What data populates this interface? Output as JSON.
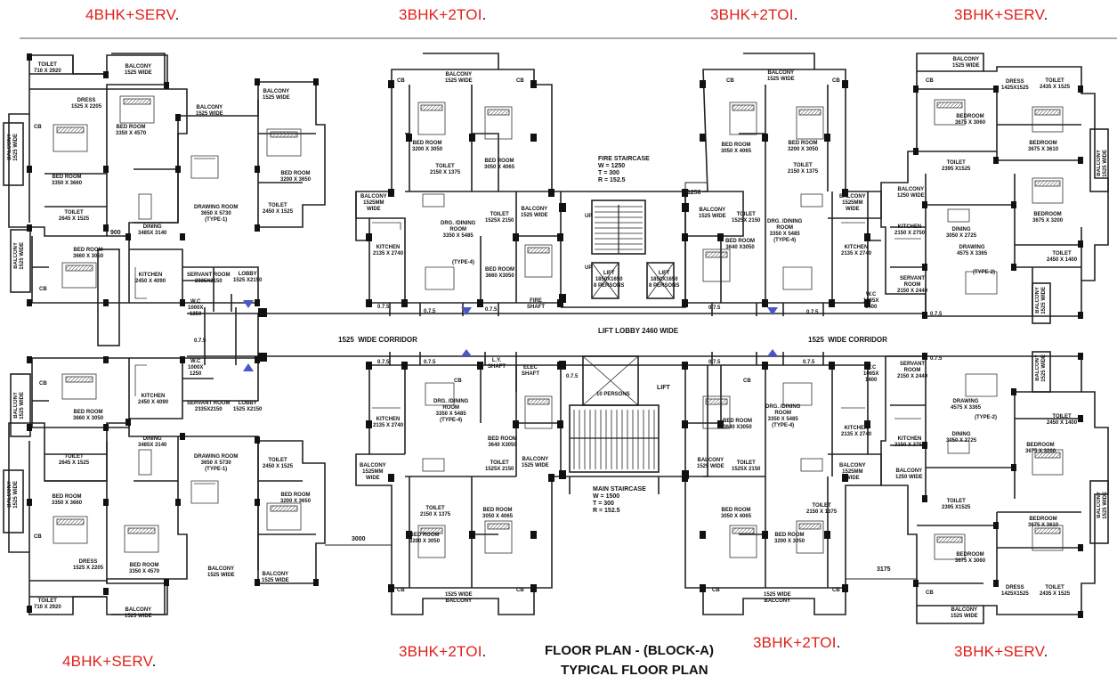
{
  "unit_tags": {
    "top_left": "4BHK+SERV",
    "top_mid_left": "3BHK+2TOI",
    "top_mid_right": "3BHK+2TOI",
    "top_right": "3BHK+SERV",
    "bottom_left": "4BHK+SERV",
    "bottom_mid_left": "3BHK+2TOI",
    "bottom_mid_right": "3BHK+2TOI",
    "bottom_right": "3BHK+SERV",
    "dot": "."
  },
  "title": {
    "line1": "FLOOR PLAN - (BLOCK-A)",
    "line2": "TYPICAL FLOOR PLAN"
  },
  "rooms": {
    "tl_toilet": "TOILET\n710 X 2920",
    "tl_balcony_top": "BALCONY\n1525 WIDE",
    "tl_dress": "DRESS\n1525 X 2205",
    "tl_bed1": "BED ROOM\n3350 X 4570",
    "tl_balcony_mid": "BALCONY\n1525 WIDE",
    "tl_balcony_right": "BALCONY\n1525 WIDE",
    "tl_bed_right": "BED ROOM\n3200 X 3650",
    "tl_bed2": "BED ROOM\n3350 X 3660",
    "tl_balcony_side": "BALCONY\n1525 WIDE",
    "tl_drawing": "DRAWING ROOM\n3650 X 5730\n(TYPE-1)",
    "tl_toilet2": "TOILET\n2645 X 1525",
    "tl_dining": "DINING\n3485X 3140",
    "tl_toilet3": "TOILET\n2450 X 1525",
    "tl_900": "900",
    "tl_bed3": "BED ROOM\n3660 X 3050",
    "tl_kitchen": "KITCHEN\n2450 X 4090",
    "tl_servant": "SERVANT ROOM\n2335X2150",
    "tl_lobby": "LOBBY\n1525 X2150",
    "tl_wc": "W.C\n1000X\n1250",
    "tl_075": "0.7.5",
    "corridor_left": "1525  WIDE CORRIDOR",
    "lift_lobby": "LIFT LOBBY 2460 WIDE",
    "corridor_right": "1525  WIDE CORRIDOR",
    "bl_wc": "W.C\n1000X\n1250",
    "bl_servant": "SERVANT ROOM\n2335X2150",
    "bl_lobby": "LOBBY\n1525 X2150",
    "bl_kitchen": "KITCHEN\n2450 X 4090",
    "bl_bed1": "BED ROOM\n3660 X 3050",
    "bl_dining": "DINING\n3485X 3140",
    "bl_drawing": "DRAWING ROOM\n3650 X 5730\n(TYPE-1)",
    "bl_toilet": "TOILET\n2645 X 1525",
    "bl_toilet2": "TOILET\n2450 X 1525",
    "bl_bed2": "BED ROOM\n3350 X 3660",
    "bl_bed_right": "BED ROOM\n3200 X 3650",
    "bl_3000": "3000",
    "bl_dress": "DRESS\n1525 X 2205",
    "bl_bed3": "BED ROOM\n3350 X 4570",
    "bl_balcony": "BALCONY\n1525 WIDE",
    "bl_toilet3": "TOILET\n710 X 2920",
    "bl_balcony_bottom": "BALCONY\n1525 WIDE",
    "m1_balcony": "BALCONY\n1525 WIDE",
    "m1_bed1": "BED ROOM\n3200 X 3050",
    "m1_bed2": "BED ROOM\n3050 X 4065",
    "m1_toilet": "TOILET\n2150 X 1375",
    "m1_balcony2": "BALCONY\n1525MM\nWIDE",
    "m1_toilet2": "TOILET\n1525X 2150",
    "m1_balcony3": "BALCONY\n1525 WIDE",
    "m1_drg": "DRG. /DINING\nROOM\n3350 X 5485",
    "m1_kitchen": "KITCHEN\n2135 X 2740",
    "m1_type": "(TYPE-4)",
    "m1_bed3": "BED ROOM\n3660 X3050",
    "m1_fire_shaft": "FIRE\nSHAFT",
    "m1_075a": "0.7.5",
    "m1_075b": "0.7.5",
    "m1_075c": "0.7.5",
    "fire_stair": "FIRE STAIRCASE\nW = 1250\nT = 300\nR = 152.5",
    "lift1": "LIFT\n1850X1650\n8 PERSONS",
    "lift2": "LIFT\n1850X1650\n8 PERSONS",
    "m2_balcony": "BALCONY\n1525 WIDE",
    "m2_bed1": "BED ROOM\n3050 X 4065",
    "m2_bed2": "BED ROOM\n3200 X 3050",
    "m2_toilet": "TOILET\n2150 X 1375",
    "m2_1250": "1250",
    "m2_balcony2": "BALCONY\n1525 WIDE",
    "m2_toilet2": "TOILET\n1525X 2150",
    "m2_bed3": "BED ROOM\n3640 X3050",
    "m2_drg": "DRG. /DINING\nROOM\n3350 X 5485\n(TYPE-4)",
    "m2_balcony3": "BALCONY\n1525MM\nWIDE",
    "m2_kitchen": "KITCHEN\n2135 X 2740",
    "m2_075a": "0.7.5",
    "m2_075b": "0.7.5",
    "tr_balcony": "BALCONY\n1525 WIDE",
    "tr_toilet": "TOILET\n2435 X 1525",
    "tr_dress": "DRESS\n1425X1525",
    "tr_bedroom1": "BEDROOM\n3675 X 3060",
    "tr_bedroom2": "BEDROOM\n3675 X 3610",
    "tr_toilet2": "TOILET\n2395 X1525",
    "tr_balcony_side": "BALCONY\n1525 WIDE",
    "tr_balcony2": "BALCONY\n1250 WIDE",
    "tr_kitchen": "KITCHEN\n2150 X 2750",
    "tr_dining": "DINING\n3050 X 2725",
    "tr_bedroom3": "BEDROOM\n3675 X 3200",
    "tr_drawing": "DRAWING\n4575 X 3365",
    "tr_type": "(TYPE-2)",
    "tr_toilet3": "TOILET\n2450 X 1400",
    "tr_servant": "SERVANT\nROOM\n2150 X 2440",
    "tr_wc": "W.C\n1065X\n1400",
    "tr_balcony3": "BALCONY\n1525 WIDE",
    "tr_075": "0.7.5",
    "ml_ly_shaft": "L.Y.\nSHAFT",
    "ml_elec_shaft": "ELEC\nSHAFT",
    "ml_lift": "LIFT",
    "ml_lift_persons": "10 PERSONS",
    "ml_075": "0.7.5",
    "m3_drg": "DRG. /DINING\nROOM\n3350 X 5485\n(TYPE-4)",
    "m3_kitchen": "KITCHEN\n2135 X 2740",
    "m3_bed1": "BED ROOM\n3640 X3050",
    "m3_balcony": "BALCONY\n1525MM\nWIDE",
    "m3_toilet": "TOILET\n1525X 2150",
    "m3_balcony2": "BALCONY\n1525 WIDE",
    "m3_toilet2": "TOILET\n2150 X 1375",
    "m3_bed2": "BED ROOM\n3050 X 4065",
    "m3_bed3": "BED ROOM\n3200 X 3050",
    "m3_balcony3": "1525 WIDE\nBALCONY",
    "m3_075": "0.7.5",
    "main_stair": "MAIN STAIRCASE\nW = 1500\nT = 300\nR = 152.5",
    "m4_drg": "DRG. /DINING\nROOM\n3350 X 5485\n(TYPE-4)",
    "m4_bed1": "BED ROOM\n3640 X3050",
    "m4_kitchen": "KITCHEN\n2135 X 2740",
    "m4_balcony": "BALCONY\n1525 WIDE",
    "m4_toilet": "TOILET\n1525X 2150",
    "m4_balcony2": "BALCONY\n1525MM\nWIDE",
    "m4_toilet2": "TOILET\n2150 X 1375",
    "m4_bed2": "BED ROOM\n3050 X 4065",
    "m4_bed3": "BED ROOM\n3200 X 3050",
    "m4_balcony3": "1525 WIDE\nBALCONY",
    "m4_075": "0.7.5",
    "br_wc": "W.C\n1065X\n1400",
    "br_servant": "SERVANT\nROOM\n2150 X 2440",
    "br_drawing": "DRAWING\n4575 X 3365",
    "br_type": "(TYPE-2)",
    "br_toilet": "TOILET\n2450 X 1400",
    "br_kitchen": "KITCHEN\n2150 X 2750",
    "br_dining": "DINING\n3050 X 2725",
    "br_balcony": "BALCONY\n1250 WIDE",
    "br_bedroom1": "BEDROOM\n3675 X 3200",
    "br_toilet2": "TOILET\n2395 X1525",
    "br_bedroom2": "BEDROOM\n3675 X 3610",
    "br_3175": "3175",
    "br_bedroom3": "BEDROOM\n3675 X 3060",
    "br_dress": "DRESS\n1425X1525",
    "br_toilet3": "TOILET\n2435 X 1525",
    "br_balcony2": "BALCONY\n1525 WIDE",
    "br_balcony_side": "BALCONY\n1525 WIDE",
    "br_balcony3": "BALCONY\n1525 WIDE",
    "br_075": "0.7.5",
    "cb": "CB",
    "up": "UP"
  }
}
